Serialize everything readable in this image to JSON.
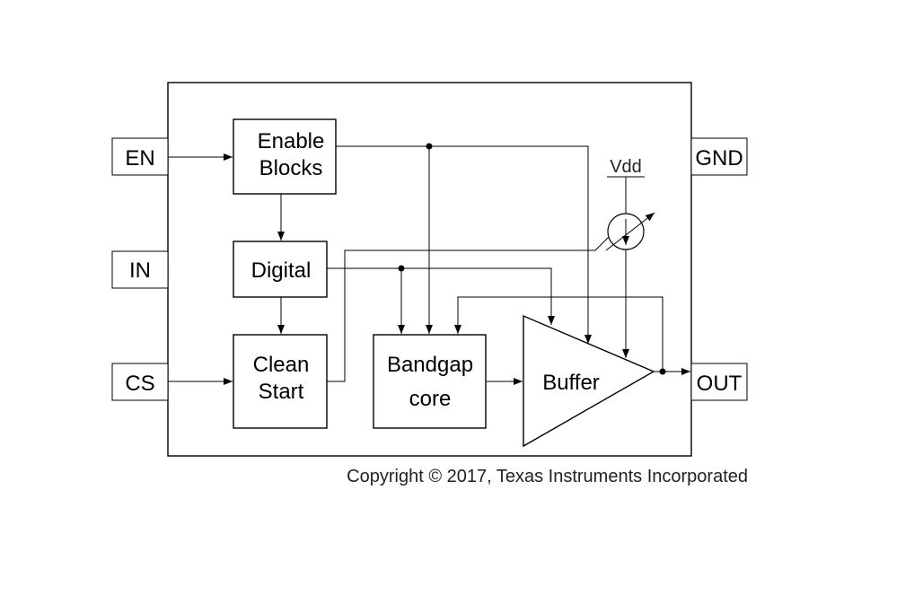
{
  "pins": {
    "en": "EN",
    "in": "IN",
    "cs": "CS",
    "gnd": "GND",
    "out": "OUT"
  },
  "blocks": {
    "enable_line1": "Enable",
    "enable_line2": "Blocks",
    "digital": "Digital",
    "clean_line1": "Clean",
    "clean_line2": "Start",
    "bandgap_line1": "Bandgap",
    "bandgap_line2": "core",
    "buffer": "Buffer"
  },
  "supply": {
    "vdd": "Vdd"
  },
  "footer": {
    "copyright": "Copyright © 2017, Texas Instruments Incorporated"
  }
}
